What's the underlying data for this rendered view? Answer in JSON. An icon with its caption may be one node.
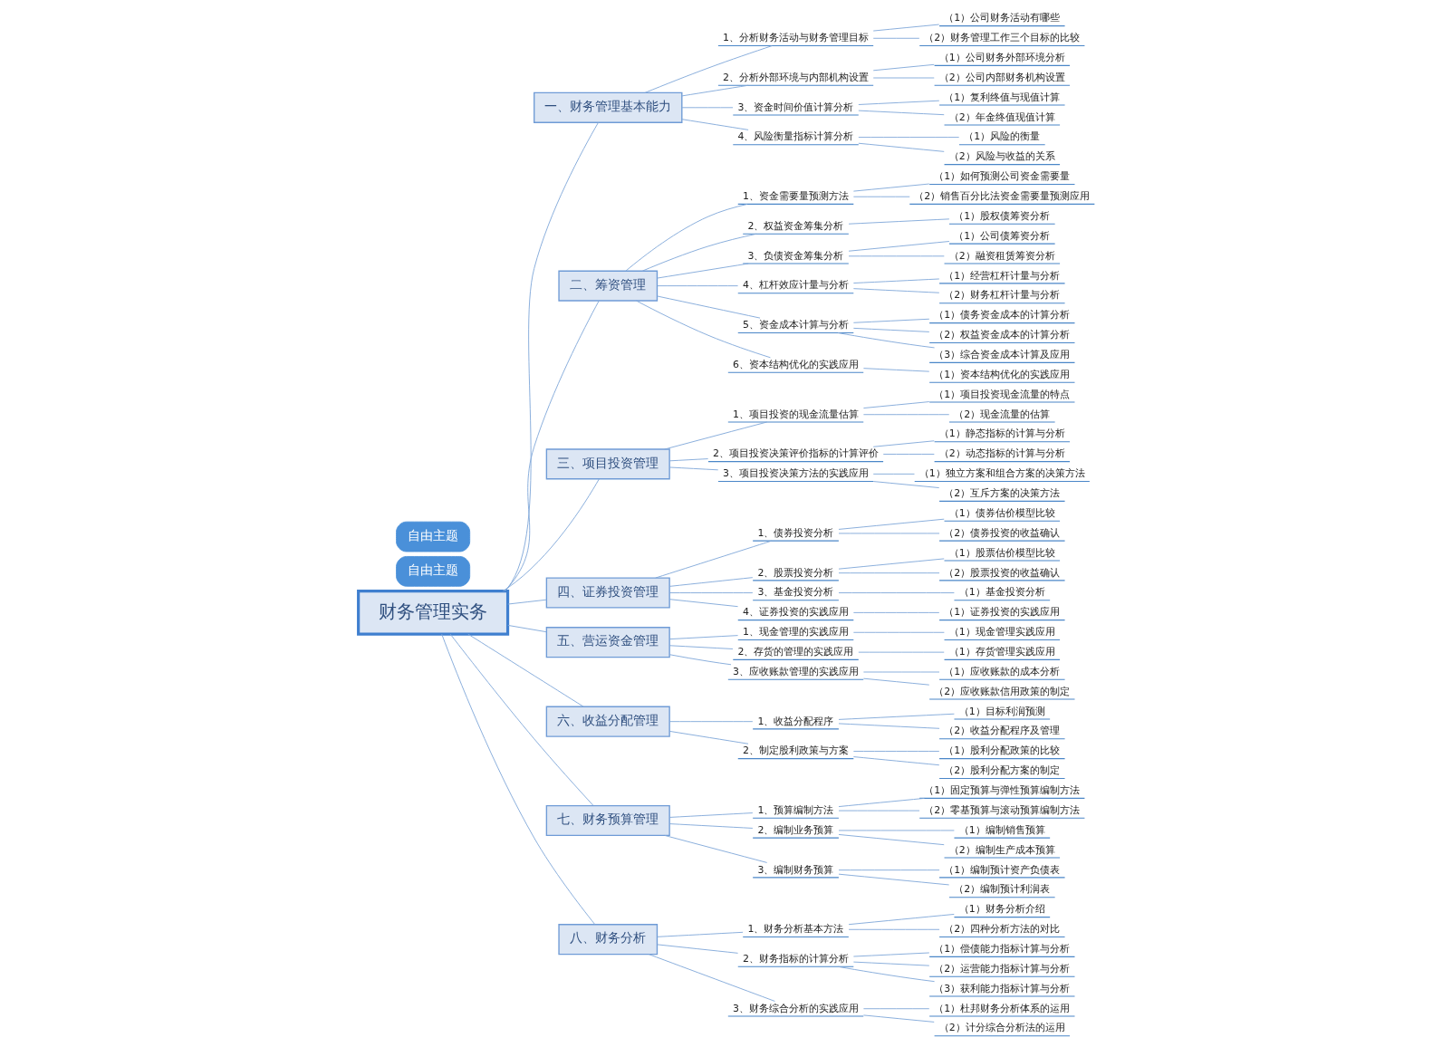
{
  "diagram": {
    "nodes": [
      {
        "text": [
          "财务管理实务"
        ]
      },
      {
        "text": [
          "一、财务管理基本能力"
        ]
      },
      {
        "text": [
          "1、分析财务活动与财务管理目标"
        ]
      },
      {
        "text": [
          "（1）公司财务活动有哪些"
        ]
      },
      {
        "text": [
          "（2）财务管理工作三个目标的比较"
        ]
      },
      {
        "text": [
          "2、分析外部环境与内部机构设置"
        ]
      },
      {
        "text": [
          "（1）公司财务外部环境分析"
        ]
      },
      {
        "text": [
          "（2）公司内部财务机构设置"
        ]
      },
      {
        "text": [
          "3、资金时间价值计算分析"
        ]
      },
      {
        "text": [
          "（1）复利终值与现值计算"
        ]
      },
      {
        "text": [
          "（2）年金终值现值计算"
        ]
      },
      {
        "text": [
          "4、风险衡量指标计算分析"
        ]
      },
      {
        "text": [
          "（1）风险的衡量"
        ]
      },
      {
        "text": [
          "（2）风险与收益的关系"
        ]
      },
      {
        "text": [
          "二、筹资管理"
        ]
      },
      {
        "text": [
          "1、资金需要量预测方法"
        ]
      },
      {
        "text": [
          "（1）如何预测公司资金需要量"
        ]
      },
      {
        "text": [
          "（2）销售百分比法资金需要量预测应用"
        ]
      },
      {
        "text": [
          "2、权益资金筹集分析"
        ]
      },
      {
        "text": [
          "（1）股权债筹资分析"
        ]
      },
      {
        "text": [
          "3、负债资金筹集分析"
        ]
      },
      {
        "text": [
          "（1）公司债筹资分析"
        ]
      },
      {
        "text": [
          "（2）融资租赁筹资分析"
        ]
      },
      {
        "text": [
          "4、杠杆效应计量与分析"
        ]
      },
      {
        "text": [
          "（1）经营杠杆计量与分析"
        ]
      },
      {
        "text": [
          "（2）财务杠杆计量与分析"
        ]
      },
      {
        "text": [
          "5、资金成本计算与分析"
        ]
      },
      {
        "text": [
          "（1）债务资金成本的计算分析"
        ]
      },
      {
        "text": [
          "（2）权益资金成本的计算分析"
        ]
      },
      {
        "text": [
          "（3）综合资金成本计算及应用"
        ]
      },
      {
        "text": [
          "6、资本结构优化的实践应用"
        ]
      },
      {
        "text": [
          "（1）资本结构优化的实践应用"
        ]
      },
      {
        "text": [
          "三、项目投资管理"
        ]
      },
      {
        "text": [
          "1、项目投资的现金流量估算"
        ]
      },
      {
        "text": [
          "（1）项目投资现金流量的特点"
        ]
      },
      {
        "text": [
          "（2）现金流量的估算"
        ]
      },
      {
        "text": [
          "2、项目投资决策评价指标的计算评价"
        ]
      },
      {
        "text": [
          "（1）静态指标的计算与分析"
        ]
      },
      {
        "text": [
          "（2）动态指标的计算与分析"
        ]
      },
      {
        "text": [
          "3、项目投资决策方法的实践应用"
        ]
      },
      {
        "text": [
          "（1）独立方案和组合方案的决策方法"
        ]
      },
      {
        "text": [
          "（2）互斥方案的决策方法"
        ]
      },
      {
        "text": [
          "四、证券投资管理"
        ]
      },
      {
        "text": [
          "1、债券投资分析"
        ]
      },
      {
        "text": [
          "（1）债券估价模型比较"
        ]
      },
      {
        "text": [
          "（2）债券投资的收益确认"
        ]
      },
      {
        "text": [
          "2、股票投资分析"
        ]
      },
      {
        "text": [
          "（1）股票估价模型比较"
        ]
      },
      {
        "text": [
          "（2）股票投资的收益确认"
        ]
      },
      {
        "text": [
          "3、基金投资分析"
        ]
      },
      {
        "text": [
          "（1）基金投资分析"
        ]
      },
      {
        "text": [
          "4、证券投资的实践应用"
        ]
      },
      {
        "text": [
          "（1）证券投资的实践应用"
        ]
      },
      {
        "text": [
          "五、营运资金管理"
        ]
      },
      {
        "text": [
          "1、现金管理的实践应用"
        ]
      },
      {
        "text": [
          "（1）现金管理实践应用"
        ]
      },
      {
        "text": [
          "2、存货的管理的实践应用"
        ]
      },
      {
        "text": [
          "（1）存货管理实践应用"
        ]
      },
      {
        "text": [
          "3、应收账款管理的实践应用"
        ]
      },
      {
        "text": [
          "（1）应收账款的成本分析"
        ]
      },
      {
        "text": [
          "（2）应收账款信用政策的制定"
        ]
      },
      {
        "text": [
          "六、收益分配管理"
        ]
      },
      {
        "text": [
          "1、收益分配程序"
        ]
      },
      {
        "text": [
          "（1）目标利润预测"
        ]
      },
      {
        "text": [
          "（2）收益分配程序及管理"
        ]
      },
      {
        "text": [
          "2、制定股利政策与方案"
        ]
      },
      {
        "text": [
          "（1）股利分配政策的比较"
        ]
      },
      {
        "text": [
          "（2）股利分配方案的制定"
        ]
      },
      {
        "text": [
          "七、财务预算管理"
        ]
      },
      {
        "text": [
          "1、预算编制方法"
        ]
      },
      {
        "text": [
          "（1）固定预算与弹性预算编制方法"
        ]
      },
      {
        "text": [
          "（2）零基预算与滚动预算编制方法"
        ]
      },
      {
        "text": [
          "2、编制业务预算"
        ]
      },
      {
        "text": [
          "（1）编制销售预算"
        ]
      },
      {
        "text": [
          "（2）编制生产成本预算"
        ]
      },
      {
        "text": [
          "3、编制财务预算"
        ]
      },
      {
        "text": [
          "（1）编制预计资产负债表"
        ]
      },
      {
        "text": [
          "（2）编制预计利润表"
        ]
      },
      {
        "text": [
          "八、财务分析"
        ]
      },
      {
        "text": [
          "1、财务分析基本方法"
        ]
      },
      {
        "text": [
          "（1）财务分析介绍"
        ]
      },
      {
        "text": [
          "（2）四种分析方法的对比"
        ]
      },
      {
        "text": [
          "2、财务指标的计算分析"
        ]
      },
      {
        "text": [
          "（1）偿债能力指标计算与分析"
        ]
      },
      {
        "text": [
          "（2）运营能力指标计算与分析"
        ]
      },
      {
        "text": [
          "（3）获利能力指标计算与分析"
        ]
      },
      {
        "text": [
          "3、财务综合分析的实践应用"
        ]
      },
      {
        "text": [
          "（1）杜邦财务分析体系的运用"
        ]
      },
      {
        "text": [
          "（2）计分综合分析法的运用"
        ]
      },
      {
        "text": [
          "自由主题"
        ]
      },
      {
        "text": [
          "自由主题"
        ]
      }
    ],
    "edges": [
      {
        "from": 0,
        "to": 1,
        "arrow": "none"
      },
      {
        "from": 1,
        "to": 2,
        "arrow": "none"
      },
      {
        "from": 2,
        "to": 3,
        "arrow": "none"
      },
      {
        "from": 2,
        "to": 4,
        "arrow": "none"
      },
      {
        "from": 1,
        "to": 5,
        "arrow": "none"
      },
      {
        "from": 5,
        "to": 6,
        "arrow": "none"
      },
      {
        "from": 5,
        "to": 7,
        "arrow": "none"
      },
      {
        "from": 1,
        "to": 8,
        "arrow": "none"
      },
      {
        "from": 8,
        "to": 9,
        "arrow": "none"
      },
      {
        "from": 8,
        "to": 10,
        "arrow": "none"
      },
      {
        "from": 1,
        "to": 11,
        "arrow": "none"
      },
      {
        "from": 11,
        "to": 12,
        "arrow": "none"
      },
      {
        "from": 11,
        "to": 13,
        "arrow": "none"
      },
      {
        "from": 0,
        "to": 14,
        "arrow": "none"
      },
      {
        "from": 14,
        "to": 15,
        "arrow": "none"
      },
      {
        "from": 15,
        "to": 16,
        "arrow": "none"
      },
      {
        "from": 15,
        "to": 17,
        "arrow": "none"
      },
      {
        "from": 14,
        "to": 18,
        "arrow": "none"
      },
      {
        "from": 18,
        "to": 19,
        "arrow": "none"
      },
      {
        "from": 14,
        "to": 20,
        "arrow": "none"
      },
      {
        "from": 20,
        "to": 21,
        "arrow": "none"
      },
      {
        "from": 20,
        "to": 22,
        "arrow": "none"
      },
      {
        "from": 14,
        "to": 23,
        "arrow": "none"
      },
      {
        "from": 23,
        "to": 24,
        "arrow": "none"
      },
      {
        "from": 23,
        "to": 25,
        "arrow": "none"
      },
      {
        "from": 14,
        "to": 26,
        "arrow": "none"
      },
      {
        "from": 26,
        "to": 27,
        "arrow": "none"
      },
      {
        "from": 26,
        "to": 28,
        "arrow": "none"
      },
      {
        "from": 26,
        "to": 29,
        "arrow": "none"
      },
      {
        "from": 14,
        "to": 30,
        "arrow": "none"
      },
      {
        "from": 30,
        "to": 31,
        "arrow": "none"
      },
      {
        "from": 0,
        "to": 32,
        "arrow": "none"
      },
      {
        "from": 32,
        "to": 33,
        "arrow": "none"
      },
      {
        "from": 33,
        "to": 34,
        "arrow": "none"
      },
      {
        "from": 33,
        "to": 35,
        "arrow": "none"
      },
      {
        "from": 32,
        "to": 36,
        "arrow": "none"
      },
      {
        "from": 36,
        "to": 37,
        "arrow": "none"
      },
      {
        "from": 36,
        "to": 38,
        "arrow": "none"
      },
      {
        "from": 32,
        "to": 39,
        "arrow": "none"
      },
      {
        "from": 39,
        "to": 40,
        "arrow": "none"
      },
      {
        "from": 39,
        "to": 41,
        "arrow": "none"
      },
      {
        "from": 0,
        "to": 42,
        "arrow": "none"
      },
      {
        "from": 42,
        "to": 43,
        "arrow": "none"
      },
      {
        "from": 43,
        "to": 44,
        "arrow": "none"
      },
      {
        "from": 43,
        "to": 45,
        "arrow": "none"
      },
      {
        "from": 42,
        "to": 46,
        "arrow": "none"
      },
      {
        "from": 46,
        "to": 47,
        "arrow": "none"
      },
      {
        "from": 46,
        "to": 48,
        "arrow": "none"
      },
      {
        "from": 42,
        "to": 49,
        "arrow": "none"
      },
      {
        "from": 49,
        "to": 50,
        "arrow": "none"
      },
      {
        "from": 42,
        "to": 51,
        "arrow": "none"
      },
      {
        "from": 51,
        "to": 52,
        "arrow": "none"
      },
      {
        "from": 0,
        "to": 53,
        "arrow": "none"
      },
      {
        "from": 53,
        "to": 54,
        "arrow": "none"
      },
      {
        "from": 54,
        "to": 55,
        "arrow": "none"
      },
      {
        "from": 53,
        "to": 56,
        "arrow": "none"
      },
      {
        "from": 56,
        "to": 57,
        "arrow": "none"
      },
      {
        "from": 53,
        "to": 58,
        "arrow": "none"
      },
      {
        "from": 58,
        "to": 59,
        "arrow": "none"
      },
      {
        "from": 58,
        "to": 60,
        "arrow": "none"
      },
      {
        "from": 0,
        "to": 61,
        "arrow": "none"
      },
      {
        "from": 61,
        "to": 62,
        "arrow": "none"
      },
      {
        "from": 62,
        "to": 63,
        "arrow": "none"
      },
      {
        "from": 62,
        "to": 64,
        "arrow": "none"
      },
      {
        "from": 61,
        "to": 65,
        "arrow": "none"
      },
      {
        "from": 65,
        "to": 66,
        "arrow": "none"
      },
      {
        "from": 65,
        "to": 67,
        "arrow": "none"
      },
      {
        "from": 0,
        "to": 68,
        "arrow": "none"
      },
      {
        "from": 68,
        "to": 69,
        "arrow": "none"
      },
      {
        "from": 69,
        "to": 70,
        "arrow": "none"
      },
      {
        "from": 69,
        "to": 71,
        "arrow": "none"
      },
      {
        "from": 68,
        "to": 72,
        "arrow": "none"
      },
      {
        "from": 72,
        "to": 73,
        "arrow": "none"
      },
      {
        "from": 72,
        "to": 74,
        "arrow": "none"
      },
      {
        "from": 68,
        "to": 75,
        "arrow": "none"
      },
      {
        "from": 75,
        "to": 76,
        "arrow": "none"
      },
      {
        "from": 75,
        "to": 77,
        "arrow": "none"
      },
      {
        "from": 0,
        "to": 78,
        "arrow": "none"
      },
      {
        "from": 78,
        "to": 79,
        "arrow": "none"
      },
      {
        "from": 79,
        "to": 80,
        "arrow": "none"
      },
      {
        "from": 79,
        "to": 81,
        "arrow": "none"
      },
      {
        "from": 78,
        "to": 82,
        "arrow": "none"
      },
      {
        "from": 82,
        "to": 83,
        "arrow": "none"
      },
      {
        "from": 82,
        "to": 84,
        "arrow": "none"
      },
      {
        "from": 82,
        "to": 85,
        "arrow": "none"
      },
      {
        "from": 78,
        "to": 86,
        "arrow": "none"
      },
      {
        "from": 86,
        "to": 87,
        "arrow": "none"
      },
      {
        "from": 86,
        "to": 88,
        "arrow": "none"
      }
    ]
  }
}
